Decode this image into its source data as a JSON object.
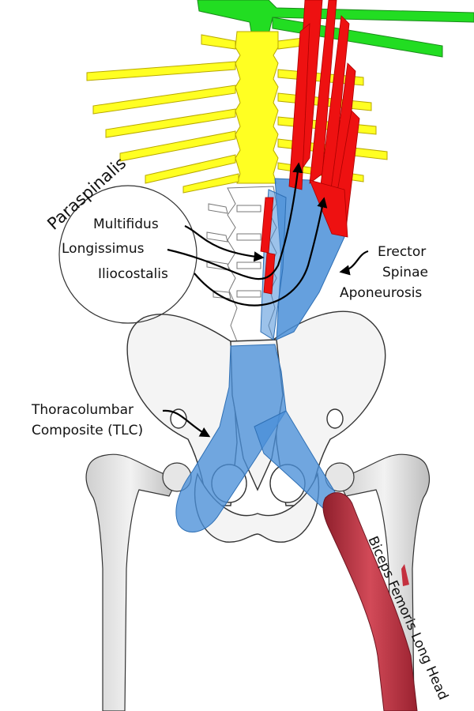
{
  "labels": {
    "paraspinalis": "Paraspinalis",
    "multifidus": "Multifidus",
    "longissimus": "Longissimus",
    "iliocostalis": "Iliocostalis",
    "erector_line1": "Erector",
    "erector_line2": "Spinae",
    "erector_line3": "Aponeurosis",
    "tlc_line1": "Thoracolumbar",
    "tlc_line2": "Composite (TLC)",
    "biceps_femoris": "Biceps Femoris Long Head"
  },
  "colors": {
    "cervical": "#22dd22",
    "thoracic": "#ffff22",
    "lumbar_outline": "#888888",
    "erector_red": "#ee1111",
    "fascia_blue": "#4a8fd8",
    "biceps_red": "#c4303e",
    "bone_fill": "#f4f4f4",
    "bone_stroke": "#333333",
    "arrow": "#000000"
  }
}
